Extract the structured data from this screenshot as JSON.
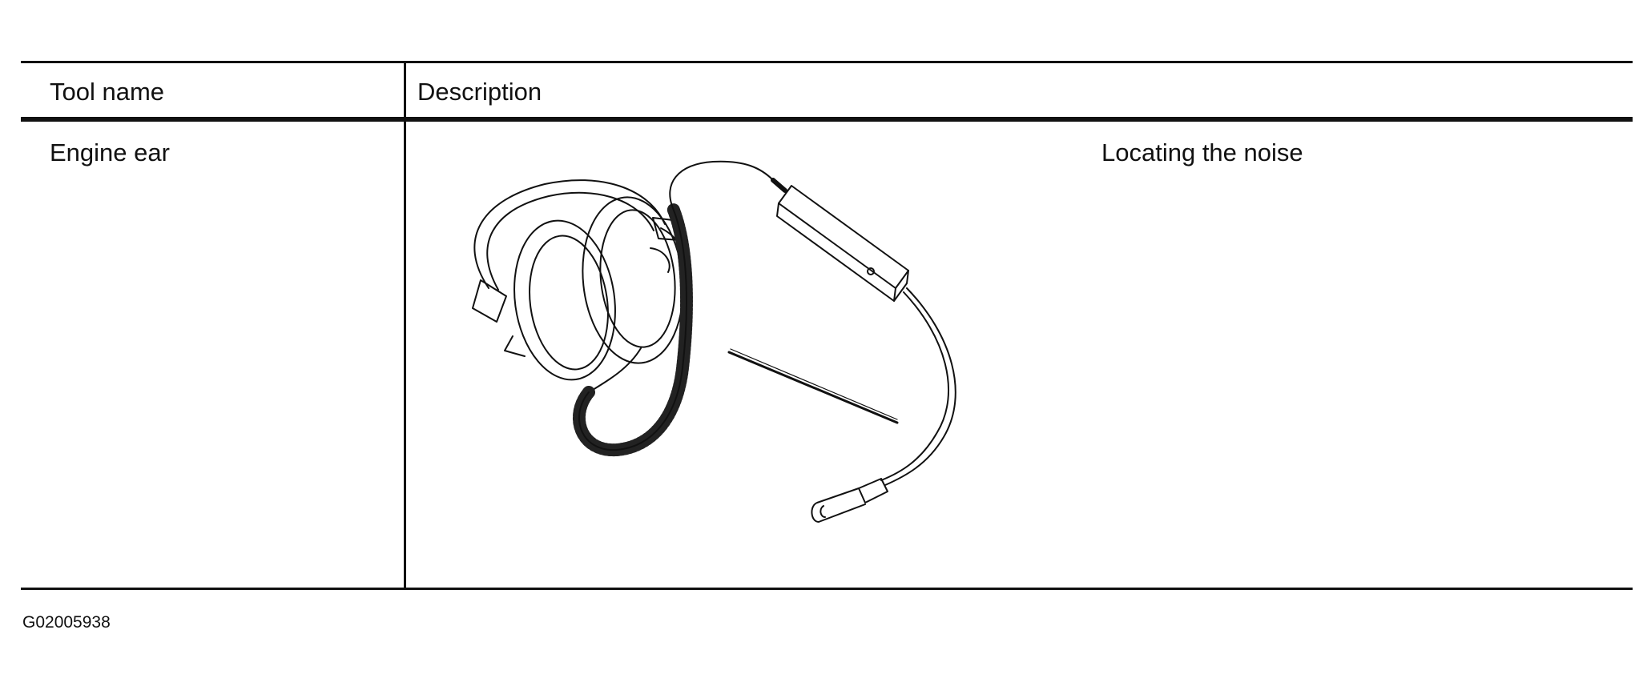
{
  "table": {
    "headers": {
      "tool_name": "Tool name",
      "description": "Description"
    },
    "rows": [
      {
        "tool_name": "Engine ear",
        "caption": "Locating the noise"
      }
    ]
  },
  "figure": {
    "id": "G02005938",
    "illustration": "headphones-with-probe-icon"
  }
}
